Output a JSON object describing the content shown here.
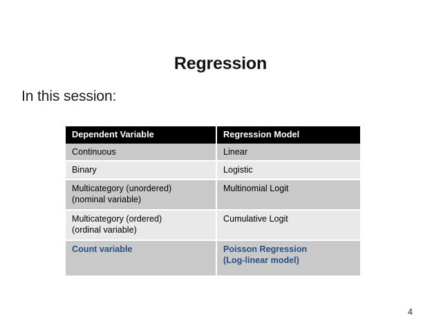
{
  "slide": {
    "title": "Regression",
    "intro": "In this session:",
    "page_number": "4"
  },
  "table": {
    "columns": [
      "Dependent Variable",
      "Regression Model"
    ],
    "rows": [
      {
        "dependent_variable": "Continuous",
        "dependent_variable_line2": "",
        "regression_model": "Linear",
        "regression_model_line2": "",
        "highlight": false
      },
      {
        "dependent_variable": "Binary",
        "dependent_variable_line2": "",
        "regression_model": "Logistic",
        "regression_model_line2": "",
        "highlight": false
      },
      {
        "dependent_variable": "Multicategory (unordered)",
        "dependent_variable_line2": "(nominal variable)",
        "regression_model": "Multinomial Logit",
        "regression_model_line2": "",
        "highlight": false
      },
      {
        "dependent_variable": "Multicategory (ordered)",
        "dependent_variable_line2": "(ordinal variable)",
        "regression_model": "Cumulative Logit",
        "regression_model_line2": "",
        "highlight": false
      },
      {
        "dependent_variable": "Count variable",
        "dependent_variable_line2": "",
        "regression_model": "Poisson Regression",
        "regression_model_line2": "(Log-linear model)",
        "highlight": true
      }
    ]
  },
  "colors": {
    "header_background": "#000000",
    "header_text": "#ffffff",
    "row_shade_dark": "#c9c9c9",
    "row_shade_light": "#e9e9e9",
    "highlight_text": "#25527f",
    "body_text": "#1a1a1a",
    "slide_background": "#ffffff"
  }
}
